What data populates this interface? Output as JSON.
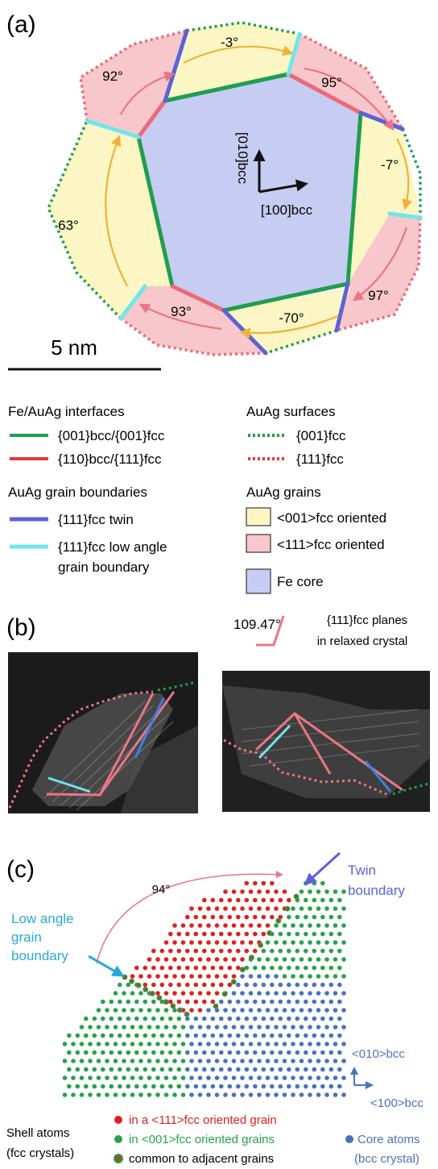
{
  "panels": {
    "a": {
      "label": "(a)",
      "angles": [
        "-3°",
        "95°",
        "-7°",
        "97°",
        "-70°",
        "93°",
        "63°",
        "92°"
      ],
      "axes": {
        "y": "[010]bcc",
        "x": "[100]bcc"
      },
      "scalebar": "5 nm",
      "legend": {
        "interfaces_head": "Fe/AuAg interfaces",
        "interface_001": "{001}bcc/{001}fcc",
        "interface_110": "{110}bcc/{111}fcc",
        "surfaces_head": "AuAg surfaces",
        "surface_001": "{001}fcc",
        "surface_111": "{111}fcc",
        "boundaries_head": "AuAg grain boundaries",
        "twin": "{111}fcc twin",
        "lowangle_line1": "{111}fcc low angle",
        "lowangle_line2": "grain boundary",
        "grains_head": "AuAg grains",
        "grain_001": "<001>fcc oriented",
        "grain_111": "<111>fcc oriented",
        "core": "Fe core"
      }
    },
    "b": {
      "label": "(b)",
      "angle": "109.47°",
      "note_line1": "{111}fcc planes",
      "note_line2": "in relaxed crystal"
    },
    "c": {
      "label": "(c)",
      "angle": "94°",
      "twin_line1": "Twin",
      "twin_line2": "boundary",
      "lowangle_line1": "Low angle",
      "lowangle_line2": "grain",
      "lowangle_line3": "boundary",
      "axis_y": "<010>bcc",
      "axis_x": "<100>bcc",
      "shell_line1": "Shell atoms",
      "shell_line2": "(fcc crystals)",
      "leg_red": "in a <111>fcc oriented grain",
      "leg_green": "in <001>fcc oriented grains",
      "leg_common": "common to adjacent grains",
      "core_line1": "Core atoms",
      "core_line2": "(bcc crystal)"
    }
  },
  "colors": {
    "yellow_grain": "#fbf6c4",
    "pink_grain": "#f7c7cb",
    "core": "#c6ccf2",
    "green": "#1e9e4e",
    "red": "#e23a3a",
    "pink_line": "#ea7585",
    "blue_twin": "#5b63d6",
    "cyan": "#6fe6ea",
    "orange": "#f2b138",
    "dot_red": "#e11f1f",
    "dot_green": "#27a24a",
    "dot_blue": "#4a72bd",
    "dot_brown": "#8a5a2e"
  }
}
